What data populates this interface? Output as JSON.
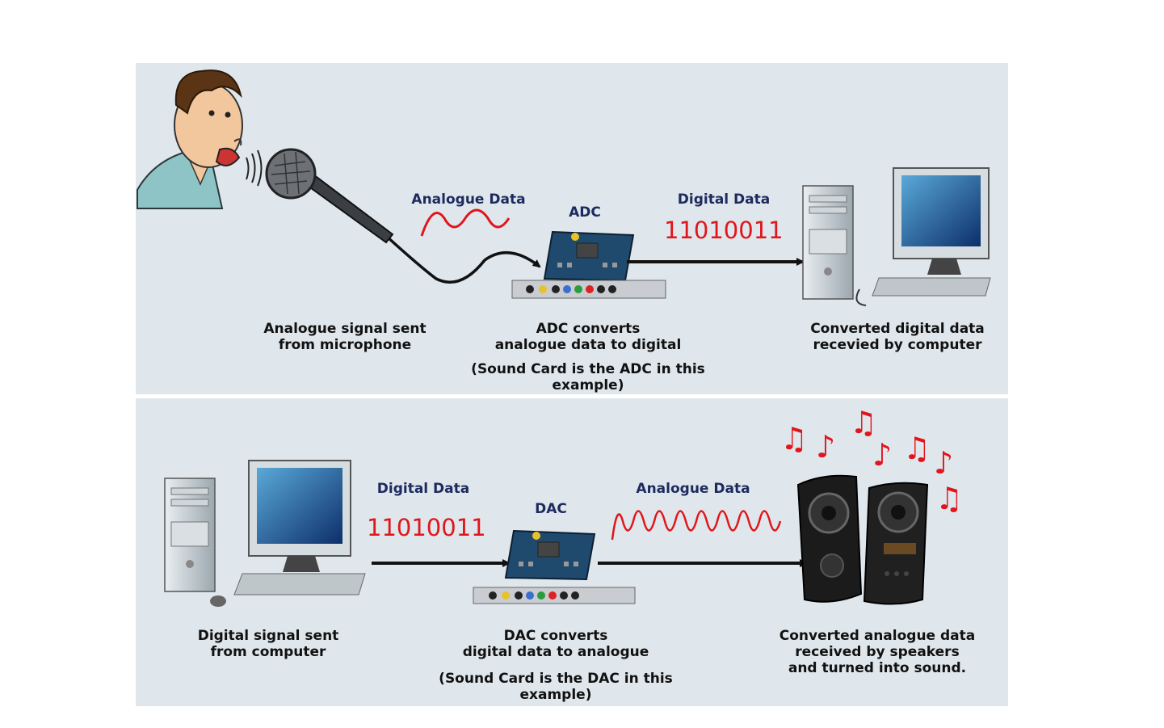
{
  "adc": {
    "analogue_heading": "Analogue Data",
    "component": "ADC",
    "digital_heading": "Digital Data",
    "digital_value": "11010011",
    "mic_caption": "Analogue signal sent\nfrom microphone",
    "card_caption": "ADC converts\nanalogue data to digital",
    "note": "(Sound Card is the ADC in this example)",
    "computer_caption": "Converted digital data\nrecevied by computer"
  },
  "dac": {
    "digital_heading": "Digital Data",
    "digital_value": "11010011",
    "component": "DAC",
    "analogue_heading": "Analogue Data",
    "computer_caption": "Digital signal sent\nfrom computer",
    "card_caption": "DAC converts\ndigital data to analogue",
    "note": "(Sound Card is the DAC in this example)",
    "speaker_caption": "Converted analogue data\nreceived by speakers\nand turned into sound."
  },
  "colors": {
    "panel": "#dfe7ec",
    "heading": "#1d2a5e",
    "signal": "#e0161b",
    "arrow": "#111111",
    "board": "#1f4a6e"
  }
}
